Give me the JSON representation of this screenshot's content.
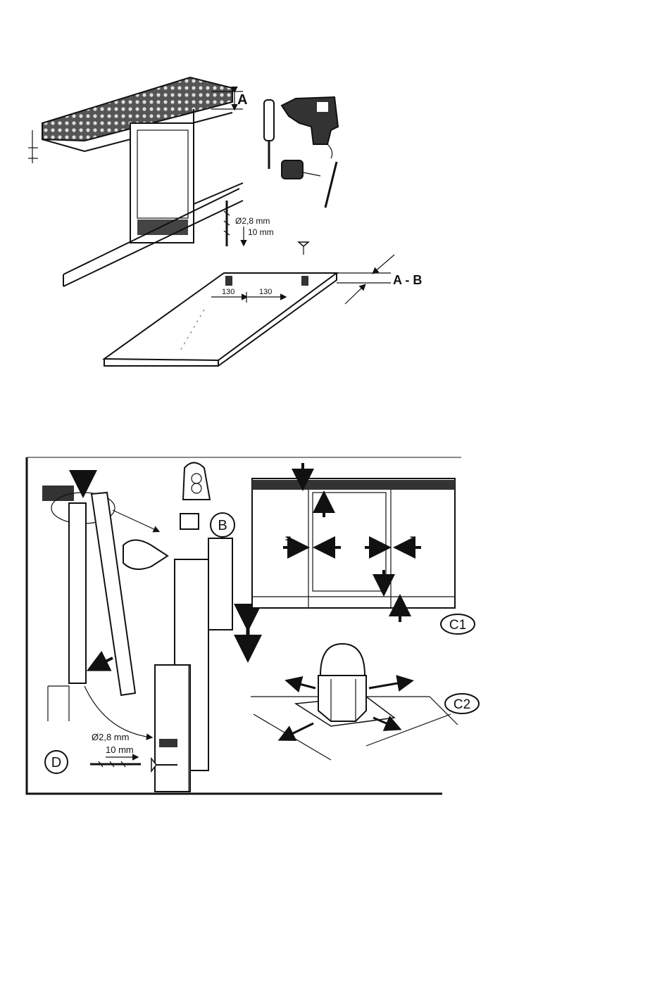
{
  "top_figure": {
    "label_a": "A",
    "label_ab": "A - B",
    "drill_diameter": "Ø2,8 mm",
    "drill_depth": "10 mm",
    "dim_left": "130",
    "dim_right": "130"
  },
  "bottom_figure": {
    "label_b": "B",
    "label_c1": "C1",
    "label_c2": "C2",
    "label_d": "D",
    "drill_diameter": "Ø2,8 mm",
    "drill_depth": "10 mm",
    "equal_mark": "="
  }
}
